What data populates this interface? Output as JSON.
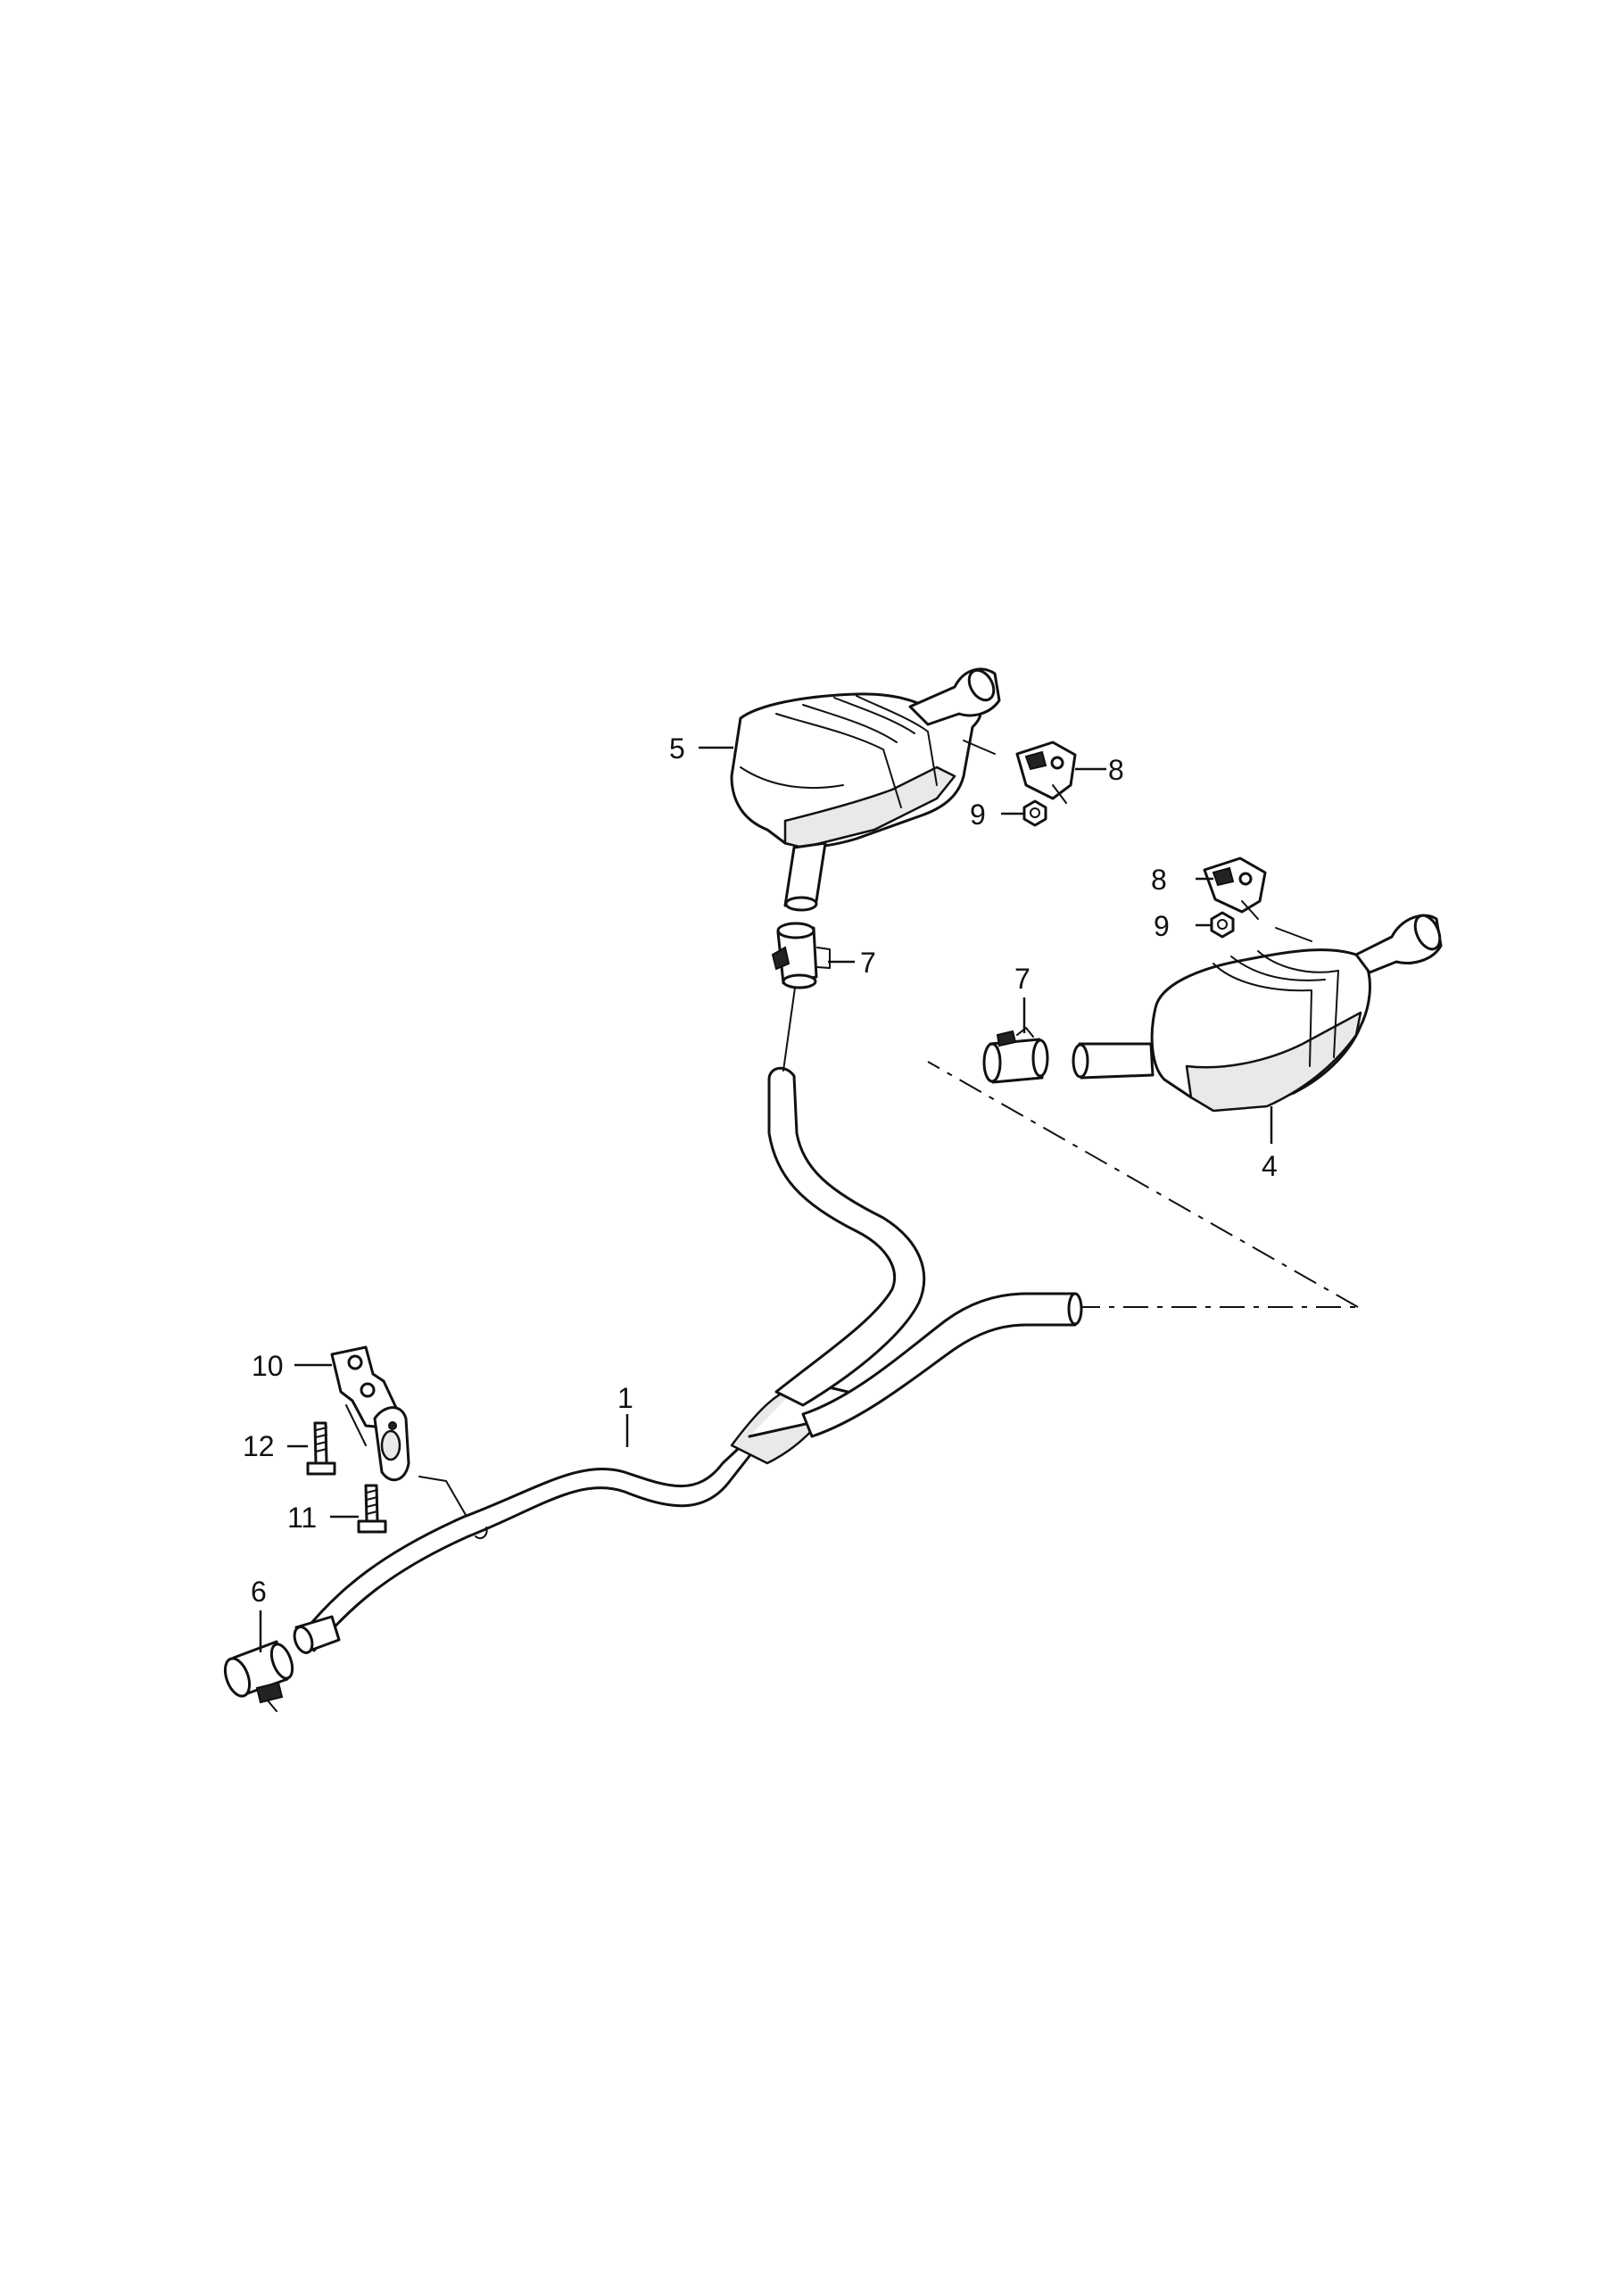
{
  "callouts": {
    "c1": "1",
    "c4": "4",
    "c5": "5",
    "c6": "6",
    "c7a": "7",
    "c7b": "7",
    "c8a": "8",
    "c8b": "8",
    "c9a": "9",
    "c9b": "9",
    "c10": "10",
    "c11": "11",
    "c12": "12"
  }
}
